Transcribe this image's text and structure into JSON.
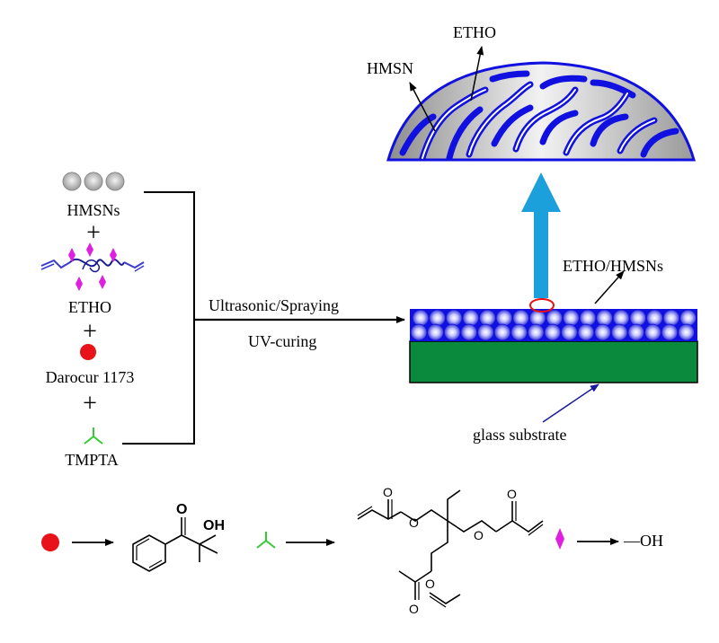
{
  "components": {
    "hmsns": "HMSNs",
    "etho": "ETHO",
    "photoinitiator": "Darocur 1173",
    "crosslinker": "TMPTA",
    "plus_sign": "+"
  },
  "process": {
    "step1": "Ultrasonic/Spraying",
    "step2": "UV-curing"
  },
  "coating": {
    "layer_label": "ETHO/HMSNs",
    "substrate_label": "glass substrate"
  },
  "magnified": {
    "particle_label": "HMSN",
    "polymer_label": "ETHO"
  },
  "legend": {
    "hydroxyl": "OH",
    "bond": "—"
  },
  "colors": {
    "substrate": "#0a8a3c",
    "coating": "#1010e0",
    "arrow_up": "#1ba0dc",
    "dot": "#e8131a",
    "diamond": "#e020e0",
    "tmpta": "#33cc33",
    "etho_chain": "#2020b0",
    "zoom_ring": "#e81010"
  }
}
